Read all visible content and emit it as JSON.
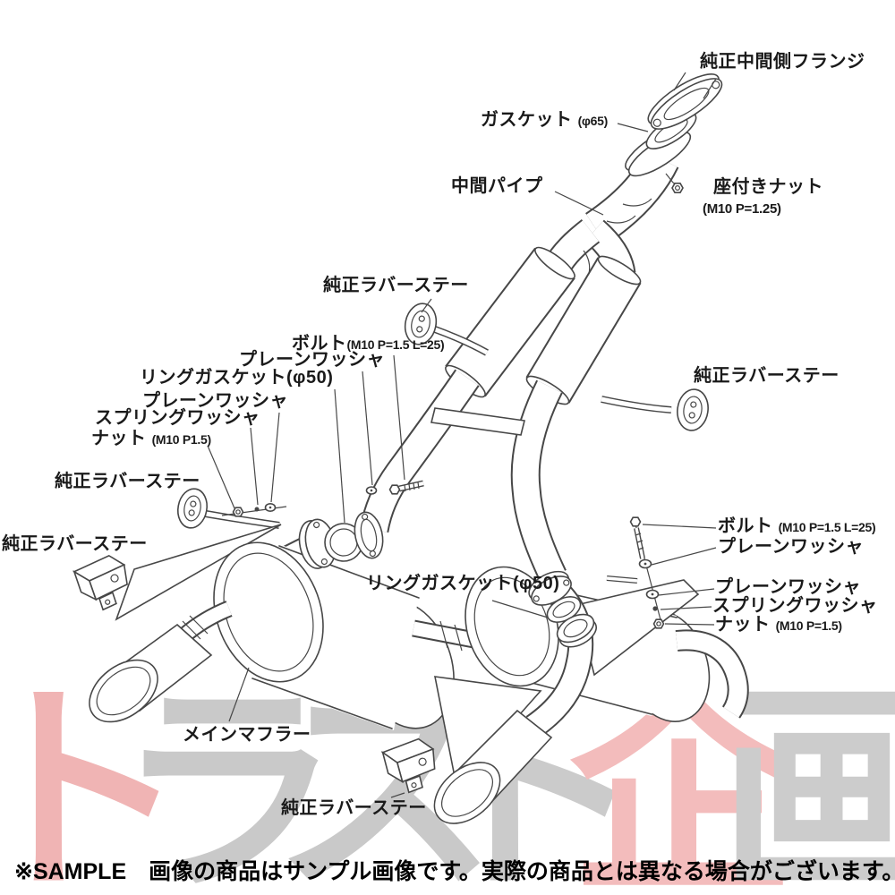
{
  "page": {
    "background": "#ffffff",
    "line_color": "#474747",
    "label_color": "#1a1a1a"
  },
  "diagram": {
    "labels": {
      "flange_oem": "純正中間側フランジ",
      "gasket_name": "ガスケット",
      "gasket_spec": "(φ65)",
      "mid_pipe": "中間パイプ",
      "seat_nut": "座付きナット",
      "seat_nut_spec": "(M10 P=1.25)",
      "rubber_stay": "純正ラバーステー",
      "bolt": "ボルト",
      "bolt_spec": "(M10 P=1.5 L=25)",
      "plain_washer": "プレーンワッシャ",
      "ring_gasket_50": "リングガスケット(φ50)",
      "spring_washer": "スプリングワッシャ",
      "nut": "ナット",
      "nut_left_spec": "(M10 P1.5)",
      "nut_right_spec": "(M10 P=1.5)",
      "main_muffler": "メインマフラー"
    }
  },
  "watermark": {
    "text": "トラスト企画",
    "chars": [
      {
        "glyph": "ト",
        "color": "#f0b4b4"
      },
      {
        "glyph": "ラ",
        "color": "#c9c9c9"
      },
      {
        "glyph": "ス",
        "color": "#c9c9c9"
      },
      {
        "glyph": "ト",
        "color": "#cbcbcb"
      },
      {
        "glyph": "企",
        "color": "#f3bcbc"
      },
      {
        "glyph": "画",
        "color": "#cccccc"
      }
    ]
  },
  "footer": {
    "notice": "※SAMPLE　画像の商品はサンプル画像です。実際の商品とは異なる場合がございます。"
  }
}
